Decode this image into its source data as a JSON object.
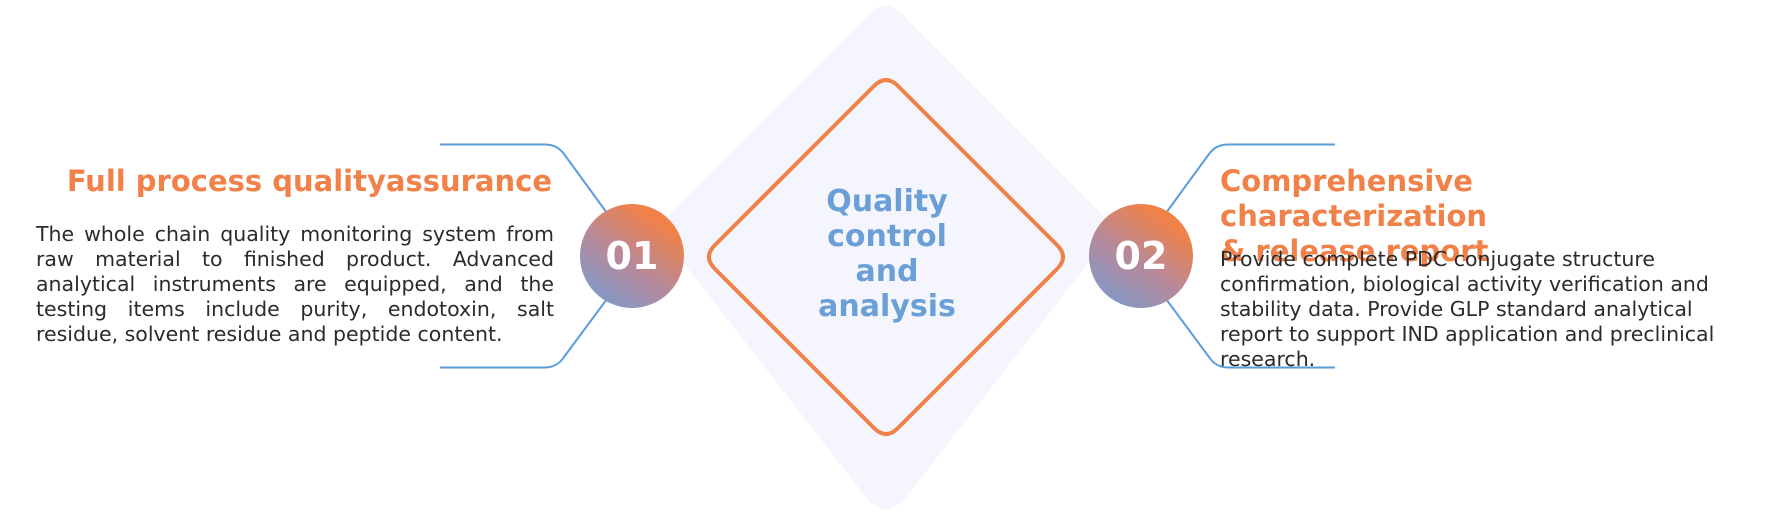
{
  "center": {
    "lines": [
      "Quality",
      "control",
      "and",
      "analysis"
    ]
  },
  "left": {
    "number": "01",
    "title": "Full process qualityassurance",
    "description": "The whole chain quality monitoring system from raw material to finished product. Advanced analytical instruments are equipped, and the testing items include purity, endotoxin, salt residue, solvent residue and peptide content."
  },
  "right": {
    "number": "02",
    "title_lines": [
      "Comprehensive characterization",
      "& release report"
    ],
    "description": "Provide complete PDC conjugate structure confirmation, biological activity verification and stability data. Provide GLP standard analytical report to support IND application and preclinical research."
  },
  "colors": {
    "accent_orange": "#f08149",
    "accent_blue": "#6a9fd8",
    "frame_line_blue": "#5a9ed9",
    "diamond_fill": "#f5f6fd",
    "body_text": "#2b2b2b"
  }
}
